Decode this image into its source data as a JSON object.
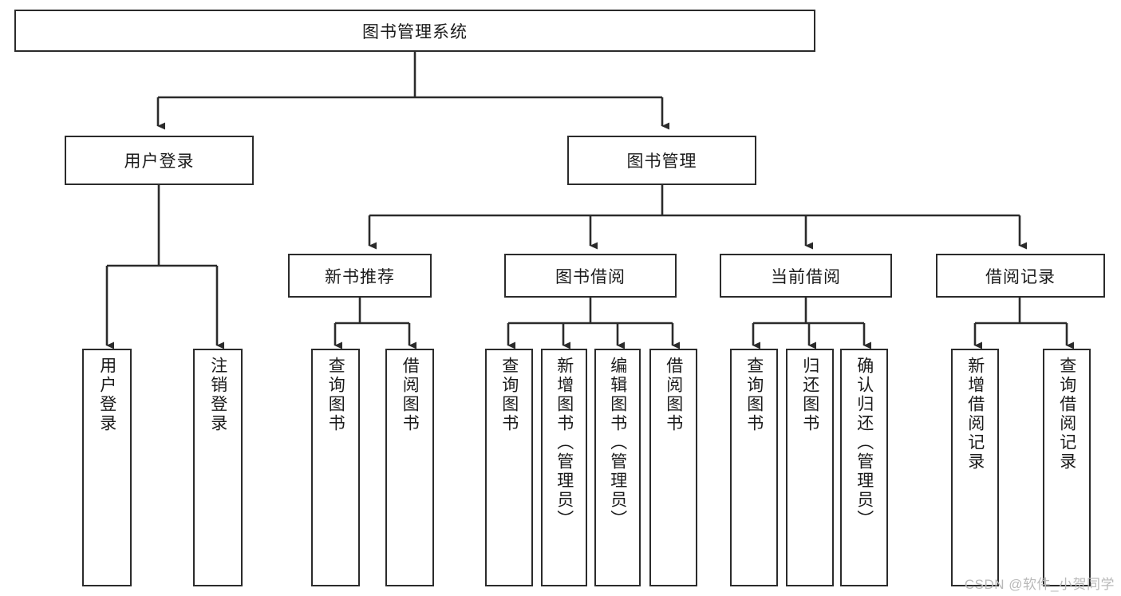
{
  "diagram": {
    "type": "tree-hierarchy",
    "title": "图书管理系统",
    "colors": {
      "stroke": "#2b2b2b",
      "fill": "#ffffff",
      "text": "#1b1b1b",
      "watermark": "#b9b9b9"
    },
    "root": {
      "label": "图书管理系统"
    },
    "level2": [
      {
        "label": "用户登录"
      },
      {
        "label": "图书管理"
      }
    ],
    "level3": [
      {
        "label": "新书推荐"
      },
      {
        "label": "图书借阅"
      },
      {
        "label": "当前借阅"
      },
      {
        "label": "借阅记录"
      }
    ],
    "leaves": {
      "user_login": [
        {
          "label": "用户登录"
        },
        {
          "label": "注销登录"
        }
      ],
      "new_book_recommend": [
        {
          "label": "查询图书"
        },
        {
          "label": "借阅图书"
        }
      ],
      "book_borrow": [
        {
          "label": "查询图书"
        },
        {
          "label": "新增图书（管理员）"
        },
        {
          "label": "编辑图书（管理员）"
        },
        {
          "label": "借阅图书"
        }
      ],
      "current_borrow": [
        {
          "label": "查询图书"
        },
        {
          "label": "归还图书"
        },
        {
          "label": "确认归还（管理员）"
        }
      ],
      "borrow_record": [
        {
          "label": "新增借阅记录"
        },
        {
          "label": "查询借阅记录"
        }
      ]
    },
    "watermark": "CSDN @软件_小贺同学"
  }
}
